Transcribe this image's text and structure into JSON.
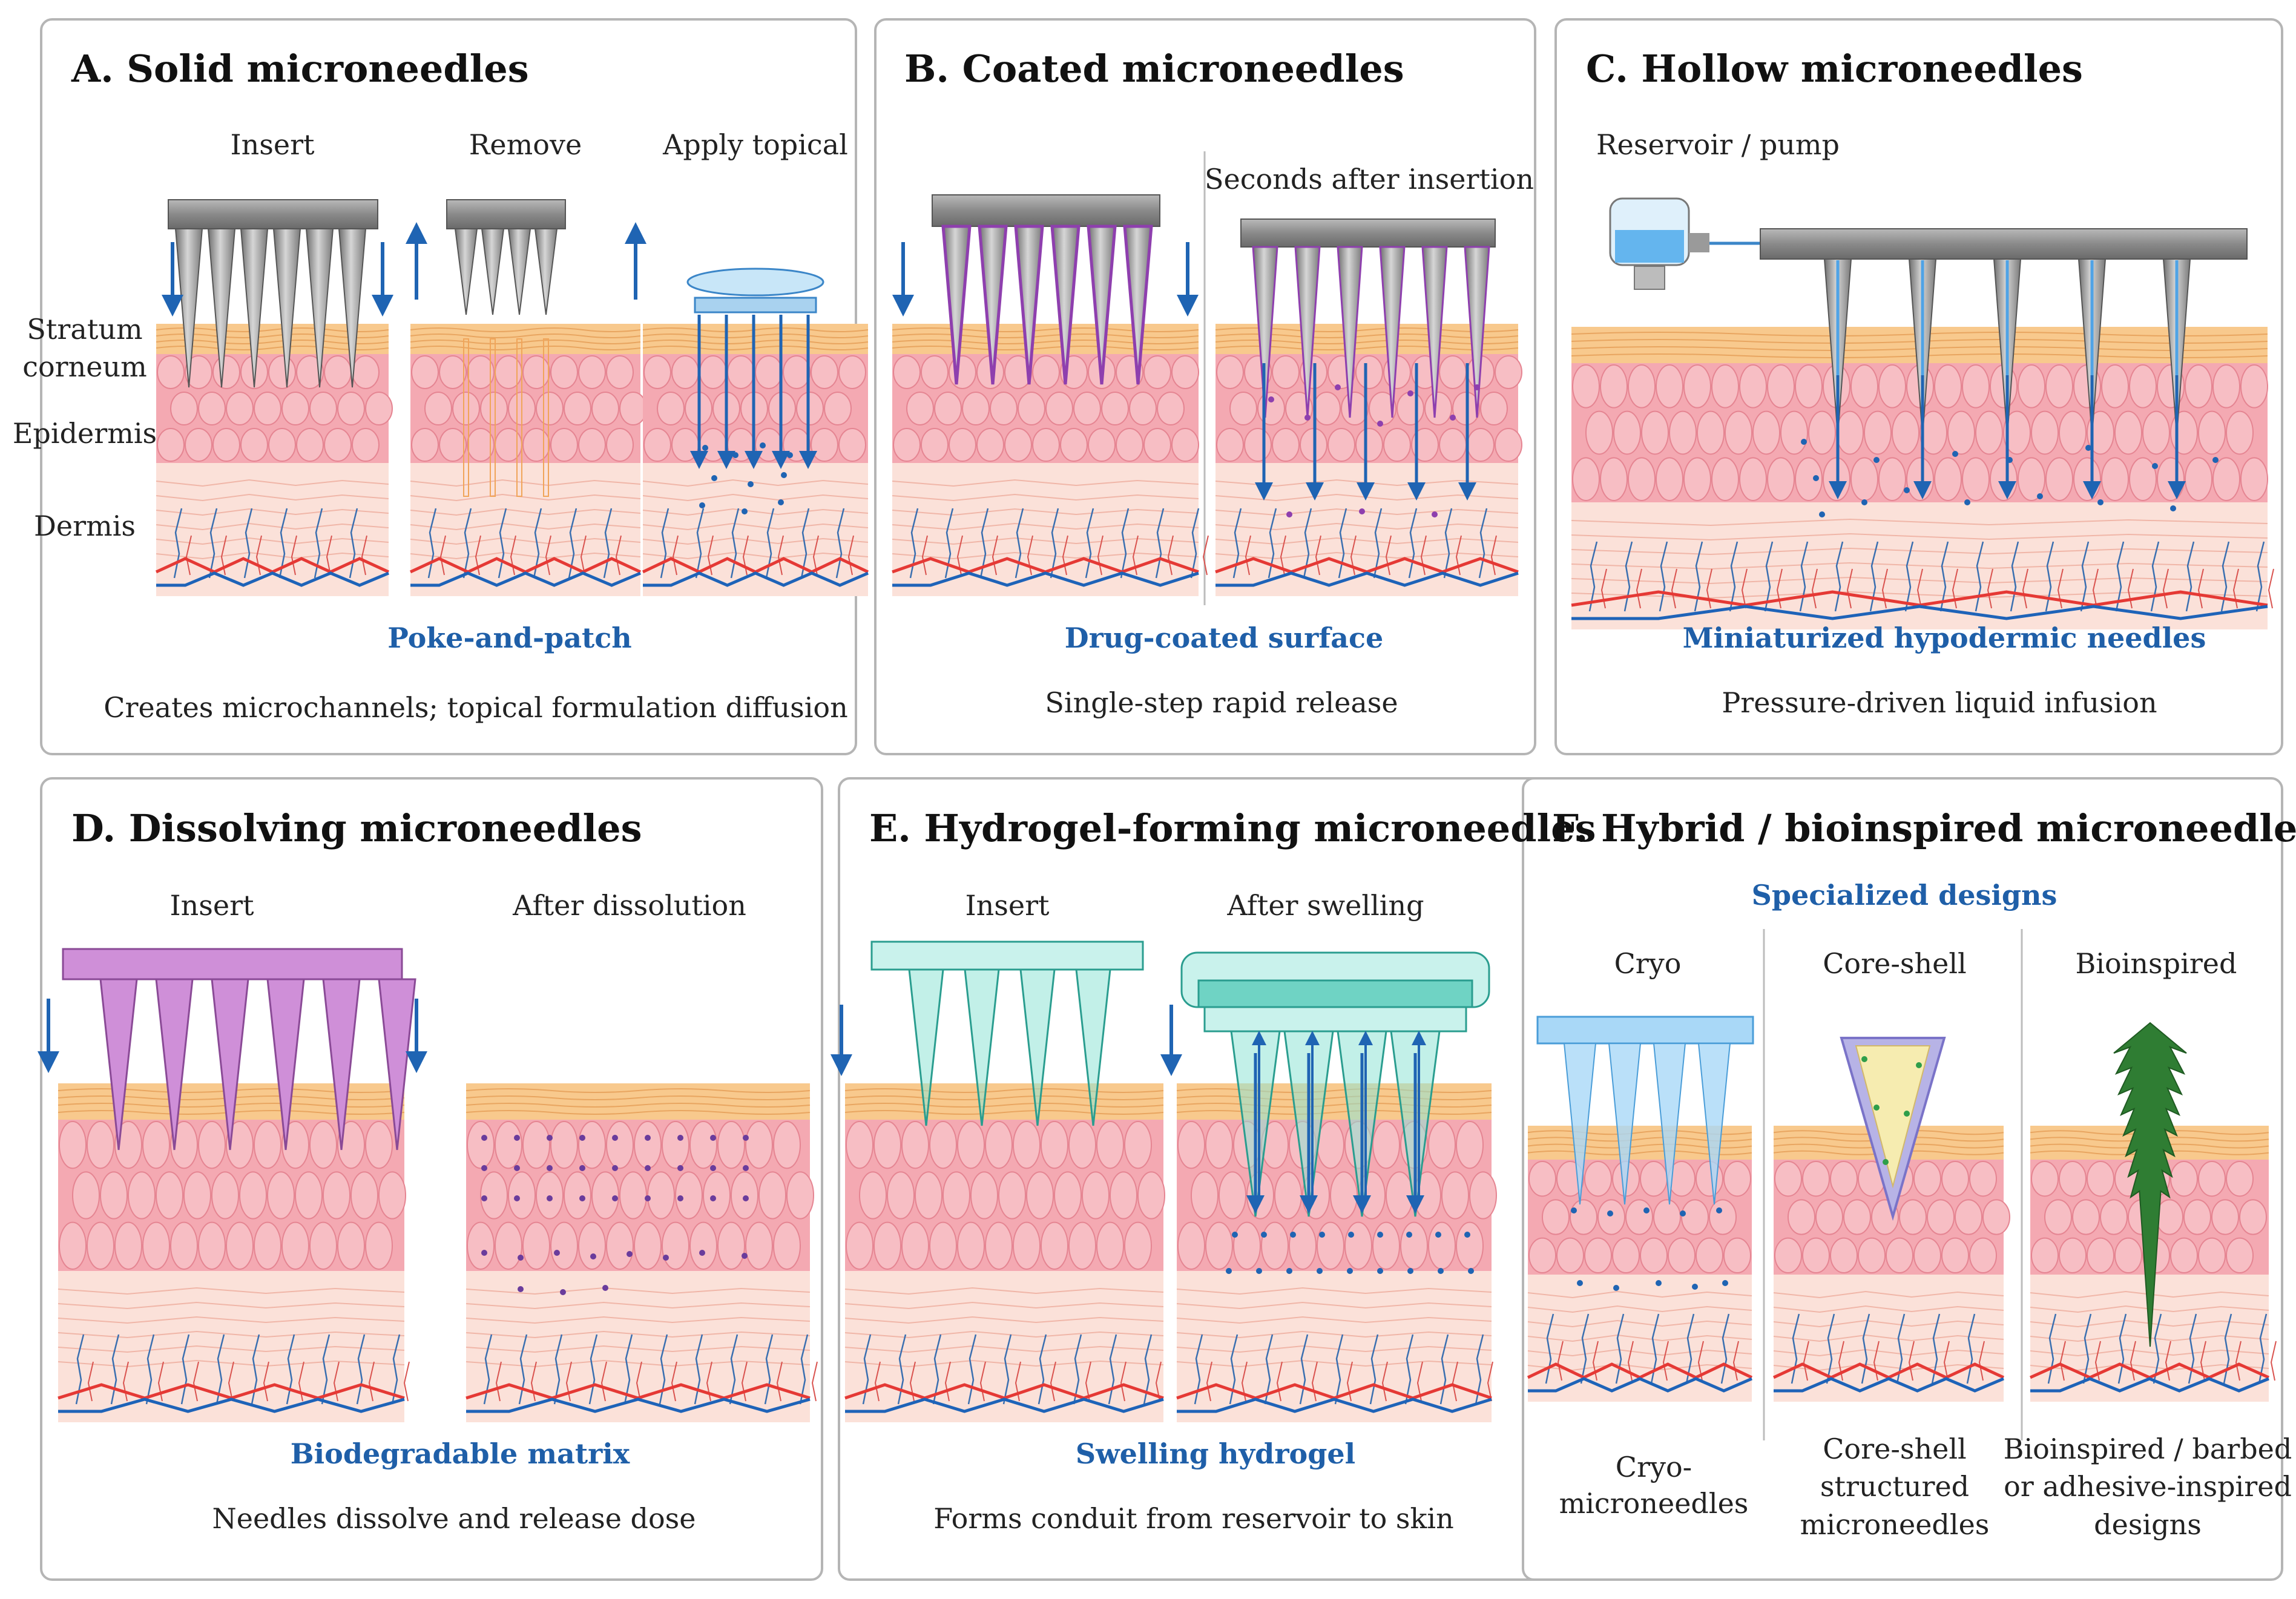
{
  "panels": {
    "a": {
      "title": "A. Solid microneedles",
      "steps": [
        "Insert",
        "Remove",
        "Apply topical"
      ],
      "layers": [
        "Stratum",
        "corneum",
        "Epidermis",
        "Dermis"
      ],
      "label": "Poke-and-patch",
      "caption": "Creates microchannels; topical formulation diffusion"
    },
    "b": {
      "title": "B. Coated microneedles",
      "steps": [
        "Seconds after insertion"
      ],
      "label": "Drug-coated surface",
      "caption": "Single-step rapid release"
    },
    "c": {
      "title": "C. Hollow microneedles",
      "steps": [
        "Reservoir / pump"
      ],
      "label": "Miniaturized hypodermic needles",
      "caption": "Pressure-driven liquid infusion"
    },
    "d": {
      "title": "D. Dissolving microneedles",
      "steps": [
        "Insert",
        "After dissolution"
      ],
      "label": "Biodegradable matrix",
      "caption": "Needles dissolve and release dose"
    },
    "e": {
      "title": "E. Hydrogel-forming microneedles",
      "steps": [
        "Insert",
        "After swelling"
      ],
      "label": "Swelling hydrogel",
      "caption": "Forms conduit from reservoir to skin"
    },
    "f": {
      "title": "F. Hybrid / bioinspired microneedles",
      "label": "Specialized designs",
      "steps": [
        "Cryo",
        "Core-shell",
        "Bioinspired"
      ],
      "captions": {
        "cryo": [
          "Cryo-",
          "microneedles"
        ],
        "coreshell": [
          "Core-shell",
          "structured",
          "microneedles"
        ],
        "bio": [
          "Bioinspired / barbed",
          "or adhesive-inspired",
          "designs"
        ]
      }
    }
  },
  "colors": {
    "stratum": "#f8c98d",
    "epidermis": "#f4a9b2",
    "dermis": "#fbe1d9",
    "metal": "#8f8f8f",
    "coating": "#8e3fae",
    "dissolving": "#cf8fd8",
    "hydrogel": "#8fe3d6",
    "cryo": "#a9d8f7",
    "core": "#f6ecb0",
    "barbed": "#2f7d33",
    "arrow": "#1f64b3",
    "label_blue": "#1f5fa8"
  }
}
